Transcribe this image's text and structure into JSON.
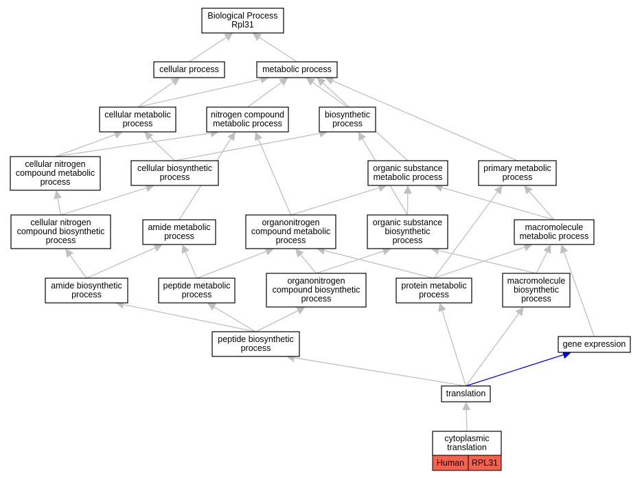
{
  "diagram": {
    "nodes": [
      {
        "id": "bp",
        "lines": [
          "Biological Process",
          "Rpl31"
        ]
      },
      {
        "id": "cellular_process",
        "lines": [
          "cellular process"
        ]
      },
      {
        "id": "metabolic_process",
        "lines": [
          "metabolic process"
        ]
      },
      {
        "id": "cellular_metabolic",
        "lines": [
          "cellular metabolic",
          "process"
        ]
      },
      {
        "id": "nitrogen_compound_metabolic",
        "lines": [
          "nitrogen compound",
          "metabolic process"
        ]
      },
      {
        "id": "biosynthetic",
        "lines": [
          "biosynthetic",
          "process"
        ]
      },
      {
        "id": "cellular_nitrogen_compound_metabolic",
        "lines": [
          "cellular nitrogen",
          "compound metabolic",
          "process"
        ]
      },
      {
        "id": "cellular_biosynthetic",
        "lines": [
          "cellular biosynthetic",
          "process"
        ]
      },
      {
        "id": "organic_substance_metabolic",
        "lines": [
          "organic substance",
          "metabolic process"
        ]
      },
      {
        "id": "primary_metabolic",
        "lines": [
          "primary metabolic",
          "process"
        ]
      },
      {
        "id": "cellular_nitrogen_compound_biosynthetic",
        "lines": [
          "cellular nitrogen",
          "compound biosynthetic",
          "process"
        ]
      },
      {
        "id": "amide_metabolic",
        "lines": [
          "amide metabolic",
          "process"
        ]
      },
      {
        "id": "organonitrogen_compound_metabolic",
        "lines": [
          "organonitrogen",
          "compound metabolic",
          "process"
        ]
      },
      {
        "id": "organic_substance_biosynthetic",
        "lines": [
          "organic substance",
          "biosynthetic",
          "process"
        ]
      },
      {
        "id": "macromolecule_metabolic",
        "lines": [
          "macromolecule",
          "metabolic process"
        ]
      },
      {
        "id": "amide_biosynthetic",
        "lines": [
          "amide biosynthetic",
          "process"
        ]
      },
      {
        "id": "peptide_metabolic",
        "lines": [
          "peptide metabolic",
          "process"
        ]
      },
      {
        "id": "organonitrogen_compound_biosynthetic",
        "lines": [
          "organonitrogen",
          "compound biosynthetic",
          "process"
        ]
      },
      {
        "id": "protein_metabolic",
        "lines": [
          "protein metabolic",
          "process"
        ]
      },
      {
        "id": "macromolecule_biosynthetic",
        "lines": [
          "macromolecule",
          "biosynthetic",
          "process"
        ]
      },
      {
        "id": "peptide_biosynthetic",
        "lines": [
          "peptide biosynthetic",
          "process"
        ]
      },
      {
        "id": "gene_expression",
        "lines": [
          "gene expression"
        ]
      },
      {
        "id": "translation",
        "lines": [
          "translation"
        ]
      },
      {
        "id": "cytoplasmic_translation",
        "lines": [
          "cytoplasmic",
          "translation"
        ],
        "tags": [
          "Human",
          "RPL31"
        ]
      }
    ],
    "edges": [
      {
        "from": "cellular_process",
        "to": "bp"
      },
      {
        "from": "metabolic_process",
        "to": "bp"
      },
      {
        "from": "cellular_metabolic",
        "to": "cellular_process"
      },
      {
        "from": "cellular_metabolic",
        "to": "metabolic_process"
      },
      {
        "from": "nitrogen_compound_metabolic",
        "to": "metabolic_process"
      },
      {
        "from": "biosynthetic",
        "to": "metabolic_process"
      },
      {
        "from": "organic_substance_metabolic",
        "to": "metabolic_process"
      },
      {
        "from": "primary_metabolic",
        "to": "metabolic_process"
      },
      {
        "from": "cellular_nitrogen_compound_metabolic",
        "to": "cellular_metabolic"
      },
      {
        "from": "cellular_nitrogen_compound_metabolic",
        "to": "nitrogen_compound_metabolic"
      },
      {
        "from": "cellular_biosynthetic",
        "to": "cellular_metabolic"
      },
      {
        "from": "cellular_biosynthetic",
        "to": "biosynthetic"
      },
      {
        "from": "cellular_nitrogen_compound_biosynthetic",
        "to": "cellular_nitrogen_compound_metabolic"
      },
      {
        "from": "cellular_nitrogen_compound_biosynthetic",
        "to": "cellular_biosynthetic"
      },
      {
        "from": "amide_metabolic",
        "to": "nitrogen_compound_metabolic"
      },
      {
        "from": "organonitrogen_compound_metabolic",
        "to": "nitrogen_compound_metabolic"
      },
      {
        "from": "organonitrogen_compound_metabolic",
        "to": "organic_substance_metabolic"
      },
      {
        "from": "organic_substance_biosynthetic",
        "to": "biosynthetic"
      },
      {
        "from": "organic_substance_biosynthetic",
        "to": "organic_substance_metabolic"
      },
      {
        "from": "macromolecule_metabolic",
        "to": "organic_substance_metabolic"
      },
      {
        "from": "macromolecule_metabolic",
        "to": "primary_metabolic"
      },
      {
        "from": "amide_biosynthetic",
        "to": "cellular_nitrogen_compound_biosynthetic"
      },
      {
        "from": "amide_biosynthetic",
        "to": "amide_metabolic"
      },
      {
        "from": "peptide_metabolic",
        "to": "amide_metabolic"
      },
      {
        "from": "peptide_metabolic",
        "to": "organonitrogen_compound_metabolic"
      },
      {
        "from": "organonitrogen_compound_biosynthetic",
        "to": "organonitrogen_compound_metabolic"
      },
      {
        "from": "organonitrogen_compound_biosynthetic",
        "to": "organic_substance_biosynthetic"
      },
      {
        "from": "protein_metabolic",
        "to": "organonitrogen_compound_metabolic"
      },
      {
        "from": "protein_metabolic",
        "to": "primary_metabolic"
      },
      {
        "from": "protein_metabolic",
        "to": "macromolecule_metabolic"
      },
      {
        "from": "macromolecule_biosynthetic",
        "to": "organic_substance_biosynthetic"
      },
      {
        "from": "macromolecule_biosynthetic",
        "to": "macromolecule_metabolic"
      },
      {
        "from": "peptide_biosynthetic",
        "to": "amide_biosynthetic"
      },
      {
        "from": "peptide_biosynthetic",
        "to": "peptide_metabolic"
      },
      {
        "from": "peptide_biosynthetic",
        "to": "organonitrogen_compound_biosynthetic"
      },
      {
        "from": "gene_expression",
        "to": "macromolecule_metabolic"
      },
      {
        "from": "translation",
        "to": "peptide_biosynthetic"
      },
      {
        "from": "translation",
        "to": "protein_metabolic"
      },
      {
        "from": "translation",
        "to": "macromolecule_biosynthetic"
      },
      {
        "from": "translation",
        "to": "gene_expression",
        "highlight": true
      },
      {
        "from": "cytoplasmic_translation",
        "to": "translation"
      }
    ],
    "colors": {
      "edge": "#c0c0c0",
      "highlight_edge": "#0000ee",
      "tag_fill": "#f4624e",
      "node_border": "#000000"
    }
  }
}
